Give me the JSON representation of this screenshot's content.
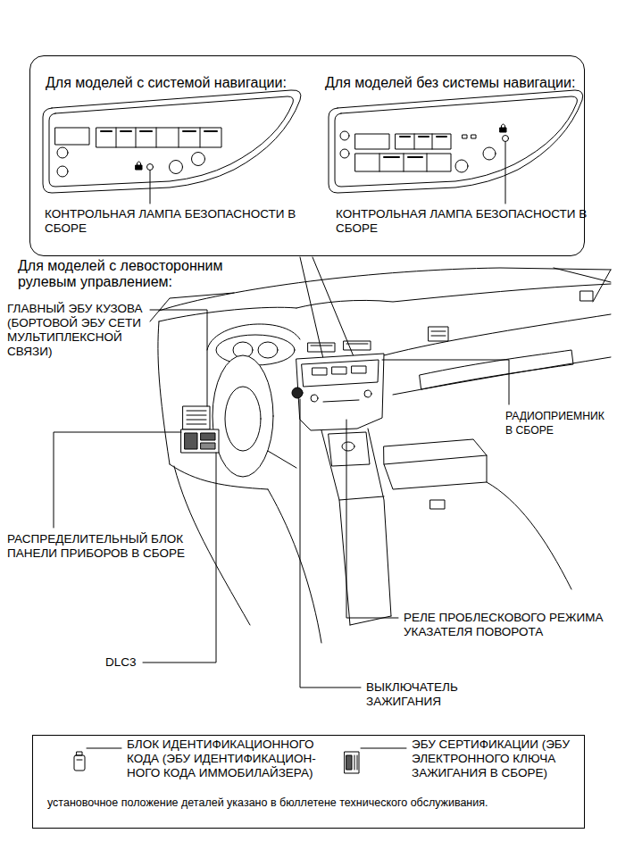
{
  "diagram": {
    "nodes": [
      {
        "text": [
          "Для моделей с системой навигации:",
          "Для моделей без системы навигации:"
        ]
      },
      {
        "text": [
          "установочное положение деталей указано в бюллетене технического обслуживания."
        ]
      }
    ],
    "labels": [
      "КОНТРОЛЬНАЯ ЛАМПА БЕЗОПАСНОСТИ В СБОРЕ",
      "КОНТРОЛЬНАЯ ЛАМПА БЕЗОПАСНОСТИ В СБОРЕ",
      "Для моделей с левосторонним рулевым управлением:",
      "ГЛАВНЫЙ ЭБУ КУЗОВА (БОРТОВОЙ ЭБУ СЕТИ МУЛЬТИПЛЕКСНОЙ СВЯЗИ)",
      "РАДИОПРИЕМНИК В СБОРЕ",
      "РАСПРЕДЕЛИТЕЛЬНЫЙ БЛОК ПАНЕЛИ ПРИБОРОВ В СБОРЕ",
      "РЕЛЕ ПРОБЛЕСКОВОГО РЕЖИМА УКАЗАТЕЛЯ ПОВОРОТА",
      "DLC3",
      "ВЫКЛЮЧАТЕЛЬ ЗАЖИГАНИЯ",
      "БЛОК ИДЕНТИФИКАЦИОННОГО КОДА (ЭБУ ИДЕНТИФИКАЦИОН- НОГО КОДА ИММОБИЛАЙЗЕРА)",
      "ЭБУ СЕРТИФИКАЦИИ (ЭБУ ЭЛЕКТРОННОГО КЛЮЧА ЗАЖИГАНИЯ В СБОРЕ)"
    ]
  }
}
